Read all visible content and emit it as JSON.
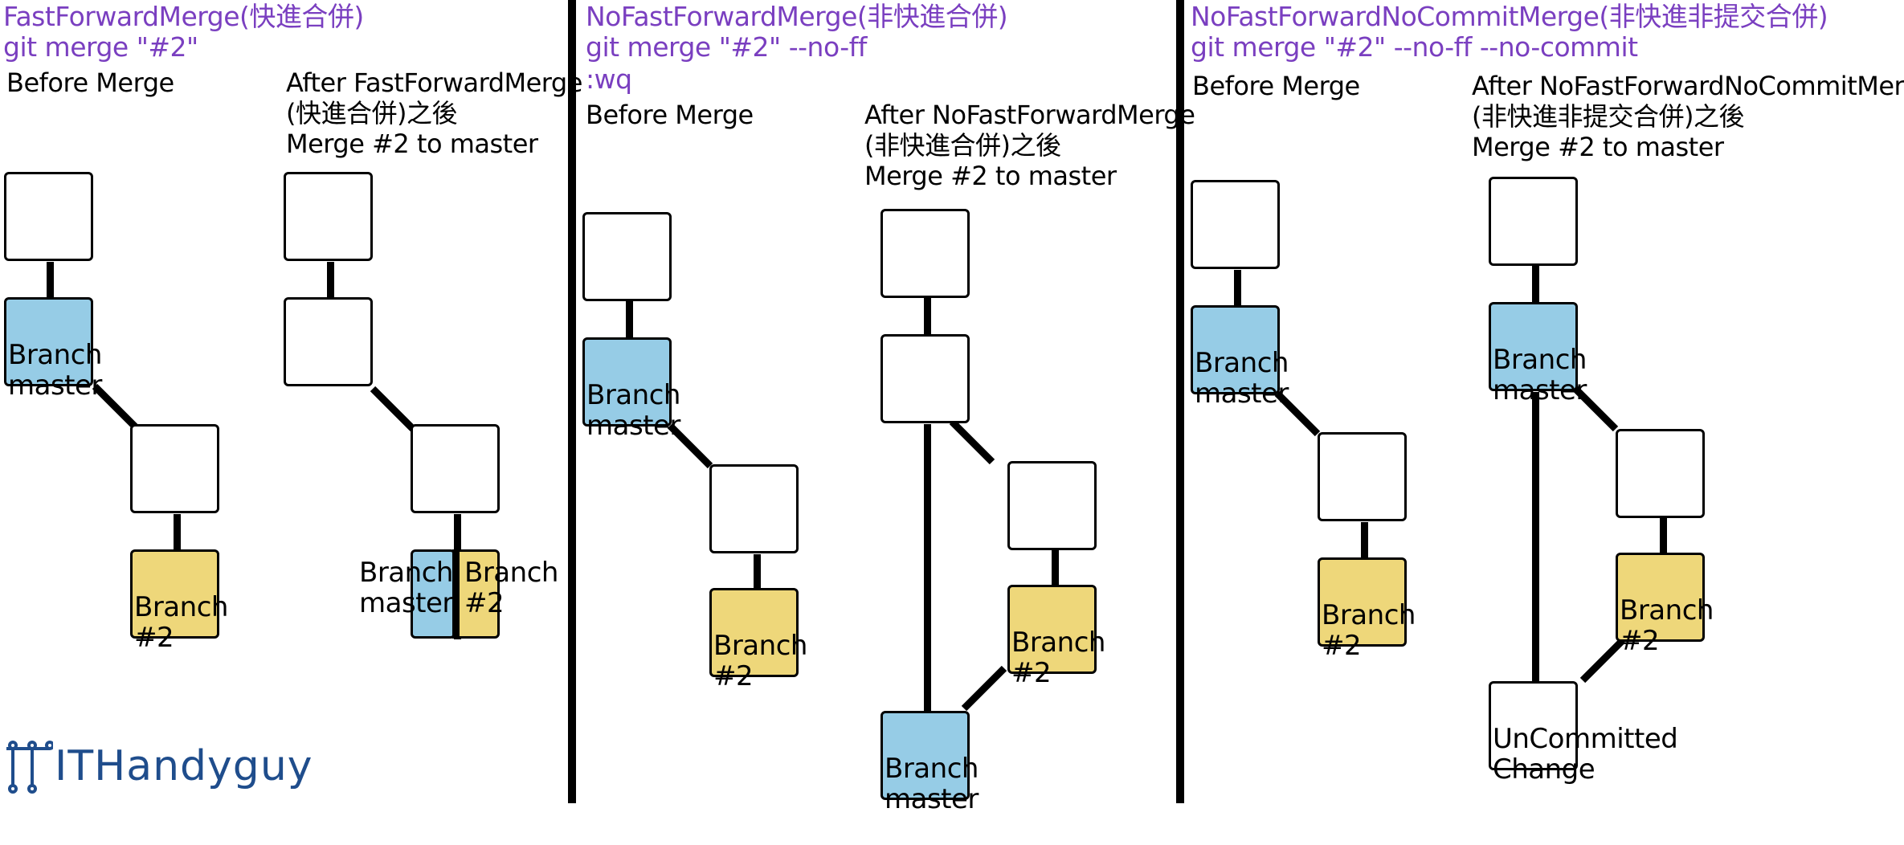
{
  "panels": [
    {
      "title": "FastForwardMerge(快進合併)",
      "cmd1": "git merge \"#2\"",
      "before": "Before Merge",
      "after1": "After FastForwardMerge",
      "after2": "(快進合併)之後",
      "after3": "Merge #2 to master"
    },
    {
      "title": "NoFastForwardMerge(非快進合併)",
      "cmd1": "git merge \"#2\" --no-ff",
      "cmd2": ":wq",
      "before": "Before Merge",
      "after1": "After NoFastForwardMerge",
      "after2": "(非快進合併)之後",
      "after3": "Merge #2 to master"
    },
    {
      "title": "NoFastForwardNoCommitMerge(非快進非提交合併)",
      "cmd1": "git merge \"#2\" --no-ff --no-commit",
      "before": "Before Merge",
      "after1": "After NoFastForwardNoCommitMerge",
      "after2": "(非快進非提交合併)之後",
      "after3": "Merge #2 to master"
    }
  ],
  "nodes": {
    "branch_word": "Branch",
    "master_word": "master",
    "num2_word": "#2",
    "uncommitted1": "UnCommitted",
    "uncommitted2": "Change"
  },
  "logo": {
    "text": "ITHandyguy"
  },
  "colors": {
    "title": "#7a3fc0",
    "master": "#96cce6",
    "branch2": "#eed77a",
    "logo": "#1f4d8c"
  }
}
